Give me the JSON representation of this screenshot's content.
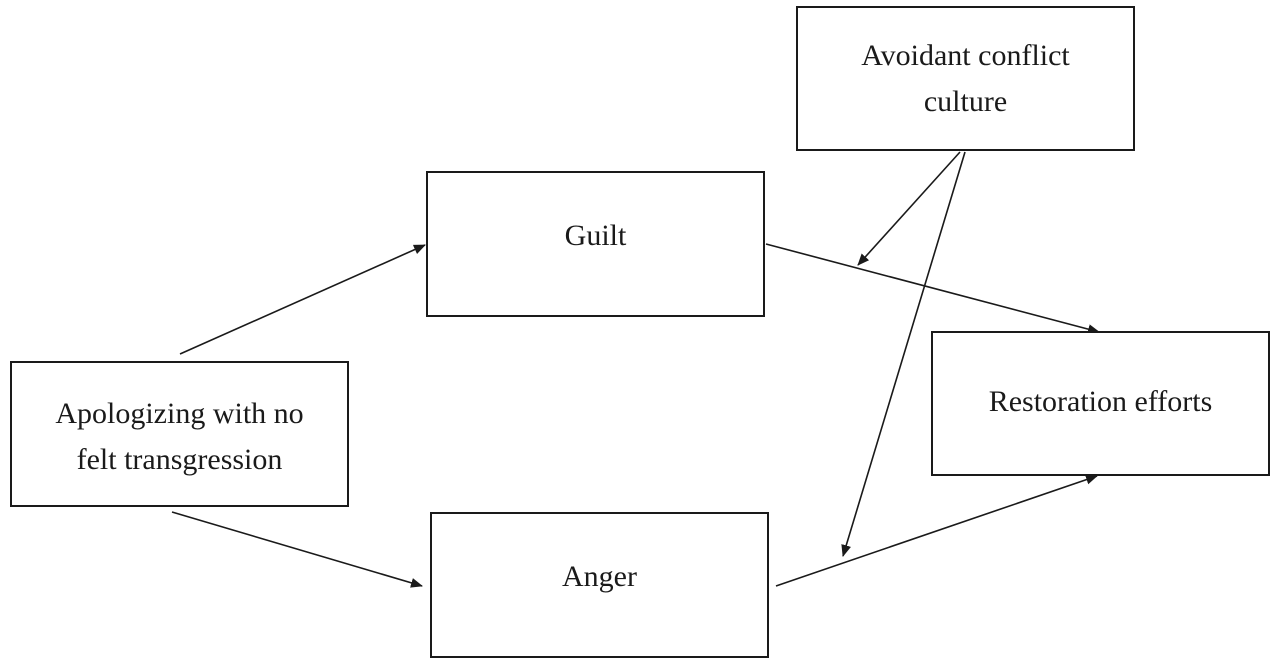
{
  "nodes": {
    "moderator": {
      "lines": [
        "Avoidant conflict",
        "culture"
      ]
    },
    "mediator_guilt": {
      "lines": [
        "Guilt"
      ]
    },
    "outcome": {
      "lines": [
        "Restoration efforts"
      ]
    },
    "predictor": {
      "lines": [
        "Apologizing with no",
        "felt transgression"
      ]
    },
    "mediator_anger": {
      "lines": [
        "Anger"
      ]
    }
  },
  "edges": [
    {
      "from": "predictor",
      "to": "mediator_guilt"
    },
    {
      "from": "predictor",
      "to": "mediator_anger"
    },
    {
      "from": "mediator_guilt",
      "to": "outcome"
    },
    {
      "from": "mediator_anger",
      "to": "outcome"
    },
    {
      "from": "moderator",
      "to": "edge:mediator_guilt-outcome"
    },
    {
      "from": "moderator",
      "to": "edge:mediator_anger-outcome"
    }
  ],
  "colors": {
    "line": "#1a1a1a",
    "background": "#ffffff"
  }
}
